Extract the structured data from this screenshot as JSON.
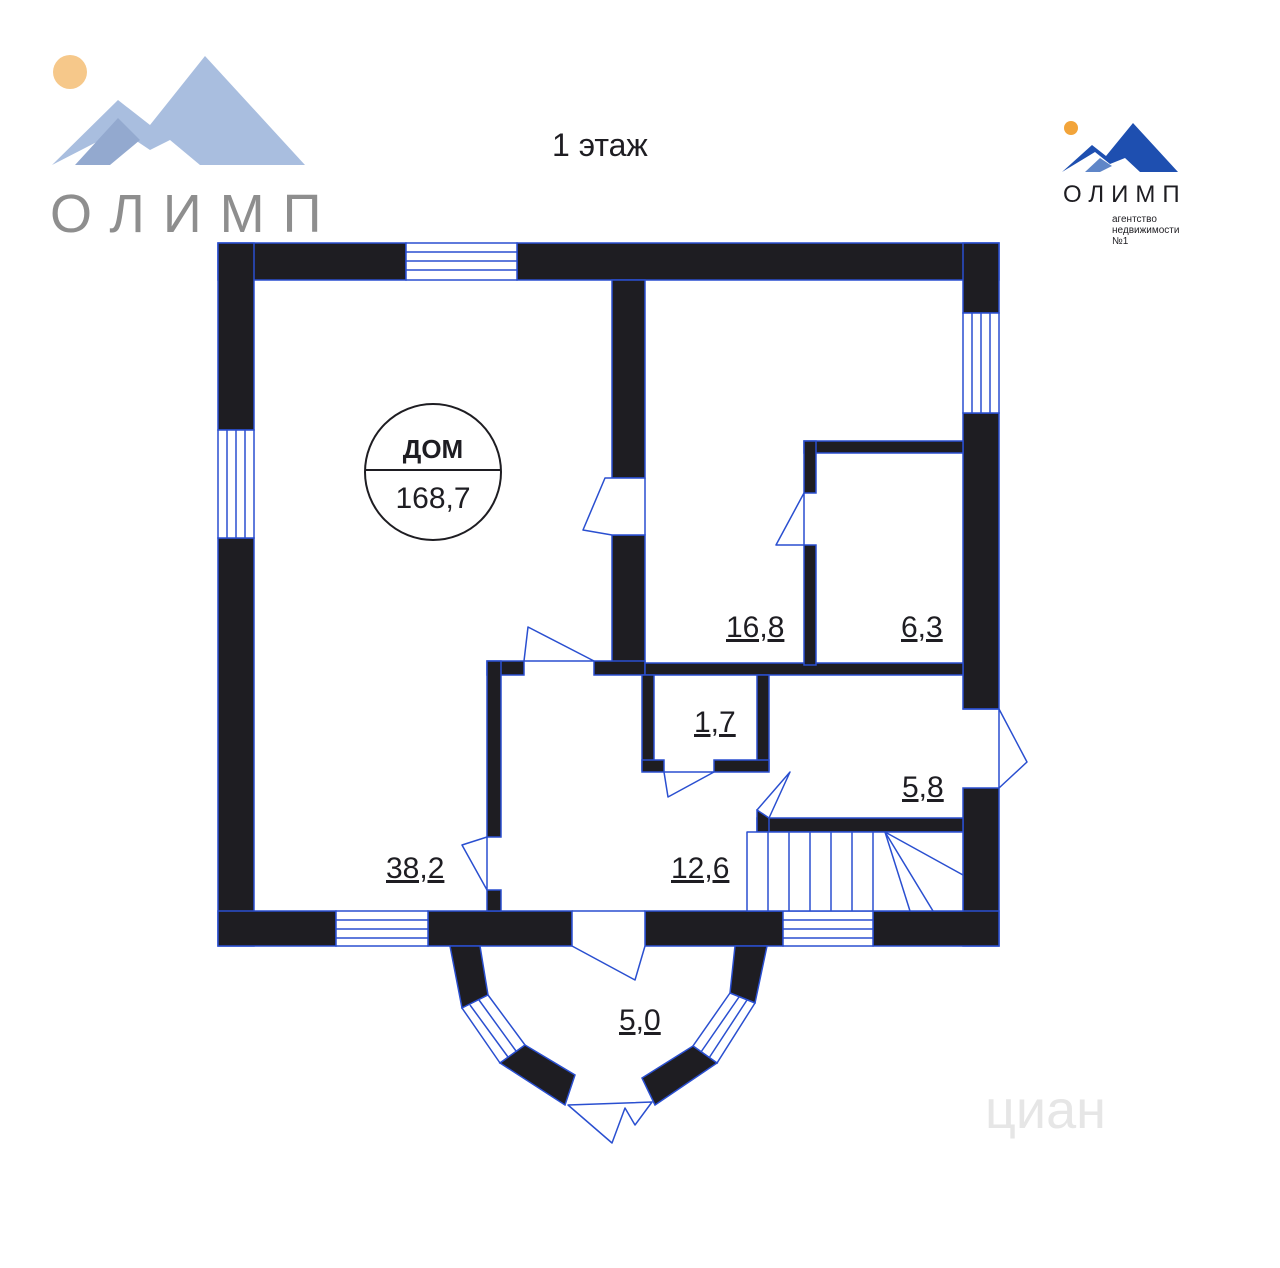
{
  "title": "1 этаж",
  "badge": {
    "title": "ДОМ",
    "area": "168,7"
  },
  "logo_large": {
    "text": "ОЛИМП"
  },
  "logo_small": {
    "text": "ОЛИМП",
    "sub_line1": "агентство",
    "sub_line2": "недвижимости",
    "sub_line3": "№1"
  },
  "watermark": "циан",
  "rooms": [
    {
      "id": "living",
      "area": "38,2"
    },
    {
      "id": "room-ne",
      "area": "16,8"
    },
    {
      "id": "room-small-e",
      "area": "6,3"
    },
    {
      "id": "wc",
      "area": "1,7"
    },
    {
      "id": "utility",
      "area": "5,8"
    },
    {
      "id": "hall",
      "area": "12,6"
    },
    {
      "id": "porch",
      "area": "5,0"
    }
  ],
  "colors": {
    "wall": "#1e1d22",
    "outline": "#2a4fd0",
    "logo_large_mountain": "#9fb6d8",
    "logo_small_mountain": "#1e4fb0",
    "logo_sun": "#f2a43a"
  }
}
